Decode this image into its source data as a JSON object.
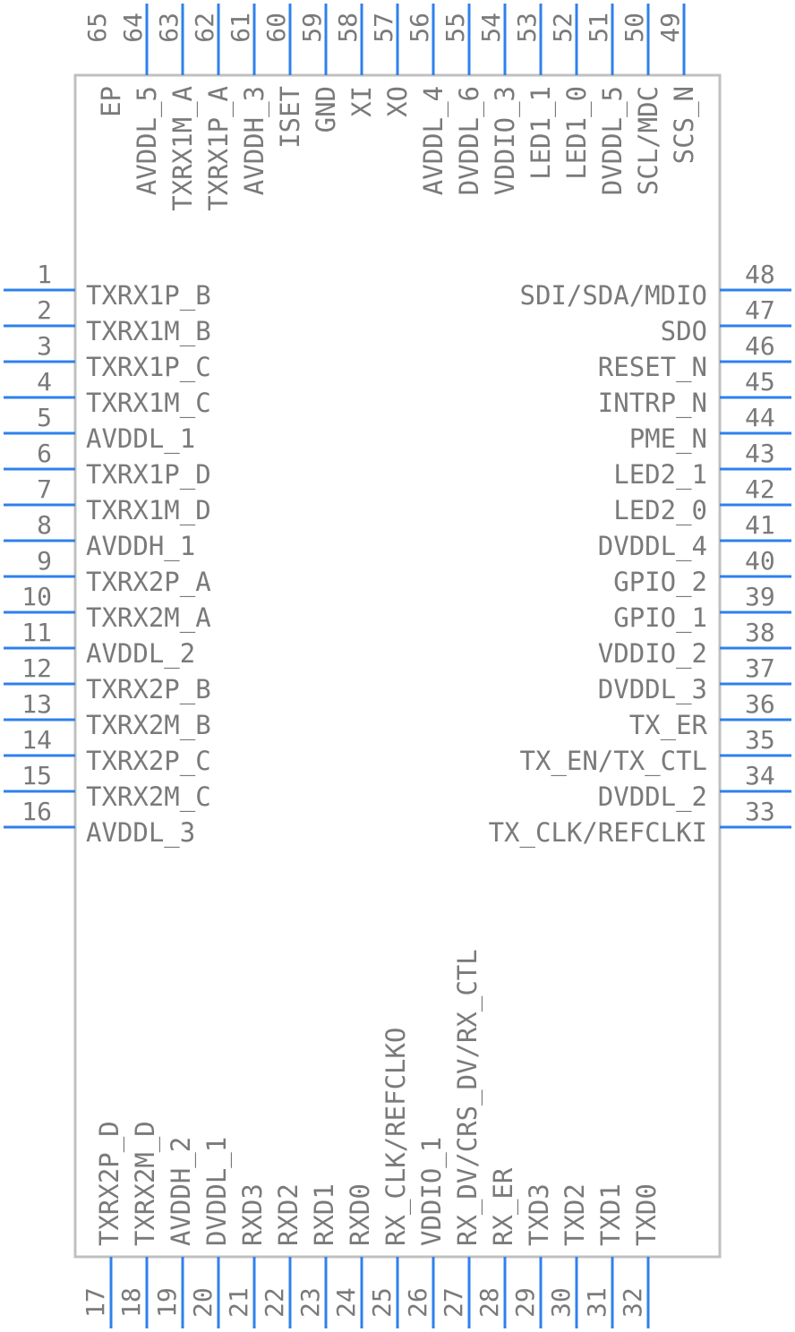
{
  "component": {
    "body_color": "#c0c0c0",
    "pin_color": "#2f80ed",
    "text_color": "#7a7a7a"
  },
  "pins": {
    "left": [
      {
        "num": "1",
        "name": "TXRX1P_B"
      },
      {
        "num": "2",
        "name": "TXRX1M_B"
      },
      {
        "num": "3",
        "name": "TXRX1P_C"
      },
      {
        "num": "4",
        "name": "TXRX1M_C"
      },
      {
        "num": "5",
        "name": "AVDDL_1"
      },
      {
        "num": "6",
        "name": "TXRX1P_D"
      },
      {
        "num": "7",
        "name": "TXRX1M_D"
      },
      {
        "num": "8",
        "name": "AVDDH_1"
      },
      {
        "num": "9",
        "name": "TXRX2P_A"
      },
      {
        "num": "10",
        "name": "TXRX2M_A"
      },
      {
        "num": "11",
        "name": "AVDDL_2"
      },
      {
        "num": "12",
        "name": "TXRX2P_B"
      },
      {
        "num": "13",
        "name": "TXRX2M_B"
      },
      {
        "num": "14",
        "name": "TXRX2P_C"
      },
      {
        "num": "15",
        "name": "TXRX2M_C"
      },
      {
        "num": "16",
        "name": "AVDDL_3"
      }
    ],
    "right": [
      {
        "num": "48",
        "name": "SDI/SDA/MDIO"
      },
      {
        "num": "47",
        "name": "SDO"
      },
      {
        "num": "46",
        "name": "RESET_N"
      },
      {
        "num": "45",
        "name": "INTRP_N"
      },
      {
        "num": "44",
        "name": "PME_N"
      },
      {
        "num": "43",
        "name": "LED2_1"
      },
      {
        "num": "42",
        "name": "LED2_0"
      },
      {
        "num": "41",
        "name": "DVDDL_4"
      },
      {
        "num": "40",
        "name": "GPIO_2"
      },
      {
        "num": "39",
        "name": "GPIO_1"
      },
      {
        "num": "38",
        "name": "VDDIO_2"
      },
      {
        "num": "37",
        "name": "DVDDL_3"
      },
      {
        "num": "36",
        "name": "TX_ER"
      },
      {
        "num": "35",
        "name": "TX_EN/TX_CTL"
      },
      {
        "num": "34",
        "name": "DVDDL_2"
      },
      {
        "num": "33",
        "name": "TX_CLK/REFCLKI"
      }
    ],
    "bottom": [
      {
        "num": "17",
        "name": "TXRX2P_D"
      },
      {
        "num": "18",
        "name": "TXRX2M_D"
      },
      {
        "num": "19",
        "name": "AVDDH_2"
      },
      {
        "num": "20",
        "name": "DVDDL_1"
      },
      {
        "num": "21",
        "name": "RXD3"
      },
      {
        "num": "22",
        "name": "RXD2"
      },
      {
        "num": "23",
        "name": "RXD1"
      },
      {
        "num": "24",
        "name": "RXD0"
      },
      {
        "num": "25",
        "name": "RX_CLK/REFCLKO"
      },
      {
        "num": "26",
        "name": "VDDIO_1"
      },
      {
        "num": "27",
        "name": "RX_DV/CRS_DV/RX_CTL"
      },
      {
        "num": "28",
        "name": "RX_ER"
      },
      {
        "num": "29",
        "name": "TXD3"
      },
      {
        "num": "30",
        "name": "TXD2"
      },
      {
        "num": "31",
        "name": "TXD1"
      },
      {
        "num": "32",
        "name": "TXD0"
      }
    ],
    "top": [
      {
        "num": "65",
        "name": "EP"
      },
      {
        "num": "64",
        "name": "AVDDL_5"
      },
      {
        "num": "63",
        "name": "TXRX1M_A"
      },
      {
        "num": "62",
        "name": "TXRX1P_A"
      },
      {
        "num": "61",
        "name": "AVDDH_3"
      },
      {
        "num": "60",
        "name": "ISET"
      },
      {
        "num": "59",
        "name": "GND"
      },
      {
        "num": "58",
        "name": "XI"
      },
      {
        "num": "57",
        "name": "XO"
      },
      {
        "num": "56",
        "name": "AVDDL_4"
      },
      {
        "num": "55",
        "name": "DVDDL_6"
      },
      {
        "num": "54",
        "name": "VDDIO_3"
      },
      {
        "num": "53",
        "name": "LED1_1"
      },
      {
        "num": "52",
        "name": "LED1_0"
      },
      {
        "num": "51",
        "name": "DVDDL_5"
      },
      {
        "num": "50",
        "name": "SCL/MDC"
      },
      {
        "num": "49",
        "name": "SCS_N"
      }
    ]
  }
}
